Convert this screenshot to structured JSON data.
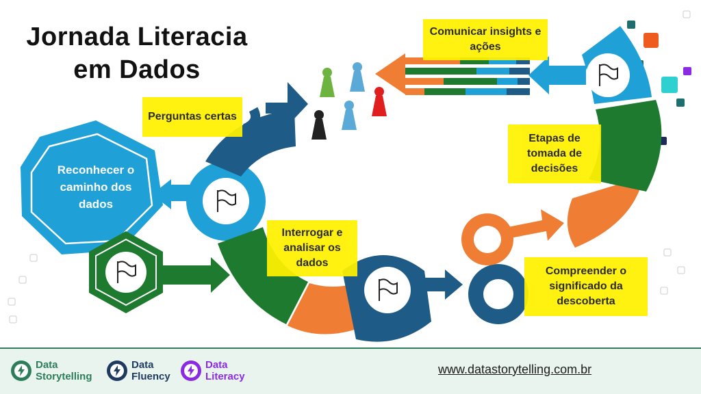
{
  "title": "Jornada Literacia em Dados",
  "steps": {
    "reconhecer": "Reconhecer o caminho dos dados",
    "perguntas": "Perguntas certas",
    "interrogar": "Interrogar e analisar os dados",
    "compreender": "Compreender o significado da descoberta",
    "etapas": "Etapas de tomada de decisões",
    "comunicar": "Comunicar insights e ações"
  },
  "footer": {
    "brands": [
      {
        "line1": "Data",
        "line2": "Storytelling",
        "color": "#2d7d5b"
      },
      {
        "line1": "Data",
        "line2": "Fluency",
        "color": "#1f3a5f"
      },
      {
        "line1": "Data",
        "line2": "Literacy",
        "color": "#8a2be2"
      }
    ],
    "url": "www.datastorytelling.com.br"
  },
  "colors": {
    "blue": "#1fa0d6",
    "navy": "#1e5b86",
    "green": "#1e7a2e",
    "orange": "#ef7d34",
    "yellow": "#fff200"
  }
}
